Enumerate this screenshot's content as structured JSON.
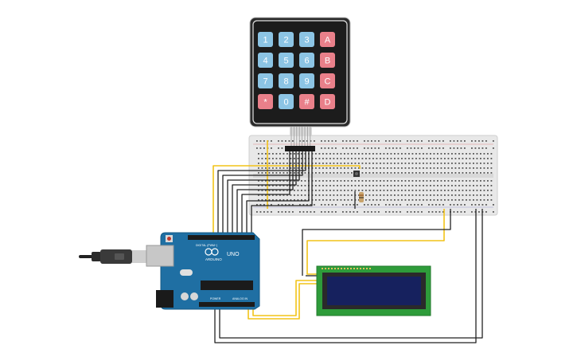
{
  "keypad": {
    "keys": [
      {
        "label": "1",
        "color": "#8cc4e4"
      },
      {
        "label": "2",
        "color": "#8cc4e4"
      },
      {
        "label": "3",
        "color": "#8cc4e4"
      },
      {
        "label": "A",
        "color": "#e9808a"
      },
      {
        "label": "4",
        "color": "#8cc4e4"
      },
      {
        "label": "5",
        "color": "#8cc4e4"
      },
      {
        "label": "6",
        "color": "#8cc4e4"
      },
      {
        "label": "B",
        "color": "#e9808a"
      },
      {
        "label": "7",
        "color": "#8cc4e4"
      },
      {
        "label": "8",
        "color": "#8cc4e4"
      },
      {
        "label": "9",
        "color": "#8cc4e4"
      },
      {
        "label": "C",
        "color": "#e9808a"
      },
      {
        "label": "*",
        "color": "#e9808a"
      },
      {
        "label": "0",
        "color": "#8cc4e4"
      },
      {
        "label": "#",
        "color": "#e9808a"
      },
      {
        "label": "D",
        "color": "#e9808a"
      }
    ]
  },
  "arduino": {
    "model": "UNO",
    "brand": "ARDUINO",
    "power_label": "POWER",
    "analog_label": "ANALOG IN",
    "digital_label": "DIGITAL (PWM~)"
  },
  "lcd": {
    "size": "16x2"
  },
  "colors": {
    "board": "#1f6fa3",
    "breadboard": "#e8e8e8",
    "wire_yellow": "#f2c318",
    "wire_dark": "#222222",
    "lcd_frame": "#2e9c3a",
    "lcd_screen": "#16215e"
  }
}
